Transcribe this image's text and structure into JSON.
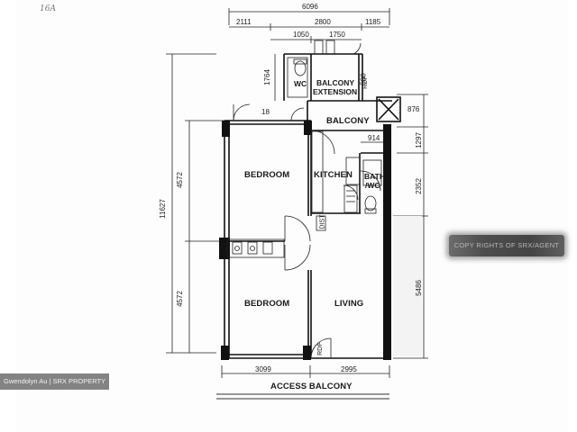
{
  "rooms": {
    "bedroom_top": "BEDROOM",
    "bedroom_bottom": "BEDROOM",
    "kitchen": "KITCHEN",
    "bath_line1": "BATH",
    "bath_line2": "/WC",
    "living": "LIVING",
    "balcony": "BALCONY",
    "balcony_ext_line1": "BALCONY",
    "balcony_ext_line2": "EXTENSION",
    "wc": "WC",
    "access_balcony": "ACCESS BALCONY"
  },
  "dimensions": {
    "overall_width": "6096",
    "top_left": "2111",
    "top_mid": "2800",
    "top_right": "1185",
    "ext_left": "1050",
    "ext_right": "1750",
    "bottom_left": "3099",
    "bottom_right": "2995",
    "left_total": "11627",
    "left_upper": "4572",
    "left_lower": "4572",
    "right_876": "876",
    "right_1297": "1297",
    "right_2352": "2352",
    "right_5486": "5486",
    "ext_height": "1764",
    "ext_500": "500",
    "kitchen_914": "914",
    "stub_18": "18"
  },
  "labels": {
    "dist": "DIST",
    "rdp_top": "RDP",
    "rdp_bottom": "RDP",
    "corner_note": "16A"
  },
  "watermark": {
    "text": "COPY RIGHTS OF SRX/AGENT"
  },
  "credit": {
    "text": "Gwendolyn Au | SRX PROPERTY"
  }
}
